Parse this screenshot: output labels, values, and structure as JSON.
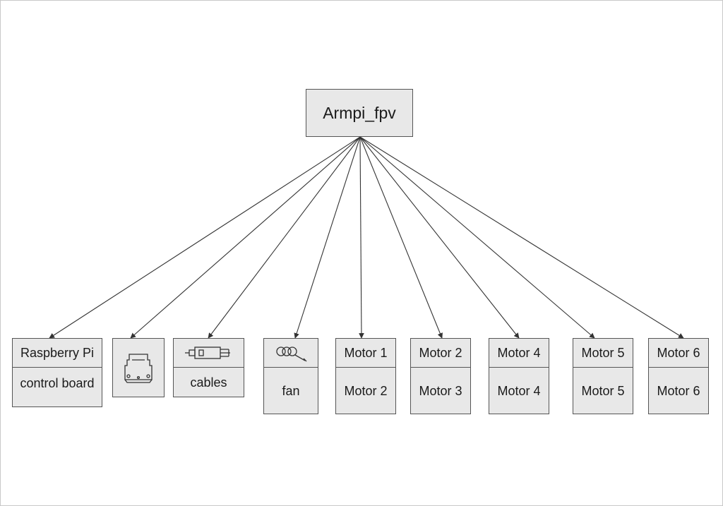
{
  "root": {
    "label": "Armpi_fpv"
  },
  "children": [
    {
      "top": "Raspberry Pi",
      "bottom": "control board"
    },
    {
      "top_icon": "servo-bracket-icon",
      "bottom": ""
    },
    {
      "top_icon": "connector-cable-icon",
      "bottom": "cables"
    },
    {
      "top_icon": "fan-icon",
      "bottom": "fan"
    },
    {
      "top": "Motor 1",
      "bottom": "Motor 2"
    },
    {
      "top": "Motor 2",
      "bottom": "Motor 3"
    },
    {
      "top": "Motor 4",
      "bottom": "Motor 4"
    },
    {
      "top": "Motor 5",
      "bottom": "Motor 5"
    },
    {
      "top": "Motor 6",
      "bottom": "Motor 6"
    }
  ],
  "colors": {
    "box_fill": "#e8e8e8",
    "box_border": "#555555",
    "edge": "#333333"
  }
}
